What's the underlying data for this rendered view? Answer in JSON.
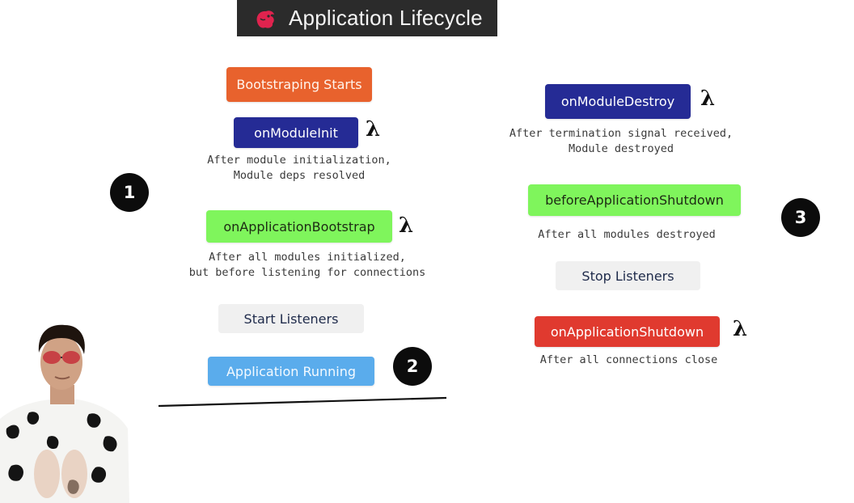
{
  "header": {
    "title": "Application Lifecycle",
    "logo_icon": "nestjs-cat-logo"
  },
  "colors": {
    "orange": "#e8622d",
    "navy": "#252b95",
    "green": "#7ff55c",
    "blue": "#5aacec",
    "gray": "#f0f0f0",
    "red": "#e03a2f"
  },
  "phase1": {
    "step": "1",
    "bootstrapping": "Bootstraping Starts",
    "on_module_init": "onModuleInit",
    "on_module_init_desc_1": "After module initialization,",
    "on_module_init_desc_2": "Module deps resolved",
    "on_app_bootstrap": "onApplicationBootstrap",
    "on_app_bootstrap_desc_1": "After all modules initialized,",
    "on_app_bootstrap_desc_2": "but before listening for connections",
    "start_listeners": "Start Listeners"
  },
  "phase2": {
    "step": "2",
    "app_running": "Application Running"
  },
  "phase3": {
    "step": "3",
    "on_module_destroy": "onModuleDestroy",
    "on_module_destroy_desc_1": "After termination signal received,",
    "on_module_destroy_desc_2": "Module destroyed",
    "before_app_shutdown": "beforeApplicationShutdown",
    "before_app_shutdown_desc": "After all modules destroyed",
    "stop_listeners": "Stop Listeners",
    "on_app_shutdown": "onApplicationShutdown",
    "on_app_shutdown_desc": "After all connections close"
  },
  "lambda_symbol": "λ"
}
